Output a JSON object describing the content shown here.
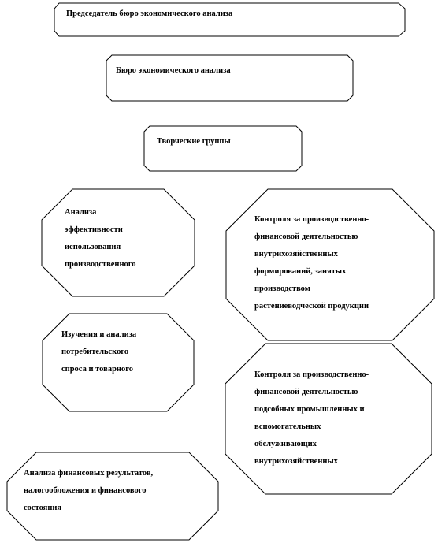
{
  "boxes": [
    {
      "id": "chairman",
      "lines": [
        "Председатель  бюро экономического анализа"
      ]
    },
    {
      "id": "bureau",
      "lines": [
        "Бюро экономического анализа"
      ]
    },
    {
      "id": "groups",
      "lines": [
        "Творческие группы"
      ]
    }
  ],
  "octagons": [
    {
      "id": "efficiency",
      "lines": [
        "Анализа",
        "эффективности",
        "использования",
        "производственного"
      ]
    },
    {
      "id": "control-crop",
      "lines": [
        "Контроля за производственно-",
        "финансовой деятельностью",
        "внутрихозяйственных",
        "формирований, занятых",
        "производством",
        "растениеводческой продукции"
      ]
    },
    {
      "id": "demand",
      "lines": [
        "Изучения и анализа",
        "потребительского",
        "спроса и товарного"
      ]
    },
    {
      "id": "control-aux",
      "lines": [
        "Контроля за производственно-",
        "финансовой деятельностью",
        "подсобных промышленных и",
        "вспомогательных",
        "обслуживающих",
        "внутрихозяйственных"
      ]
    },
    {
      "id": "finance",
      "lines": [
        "Анализа финансовых результатов,",
        "налогообложения и финансового",
        "состояния"
      ]
    }
  ]
}
